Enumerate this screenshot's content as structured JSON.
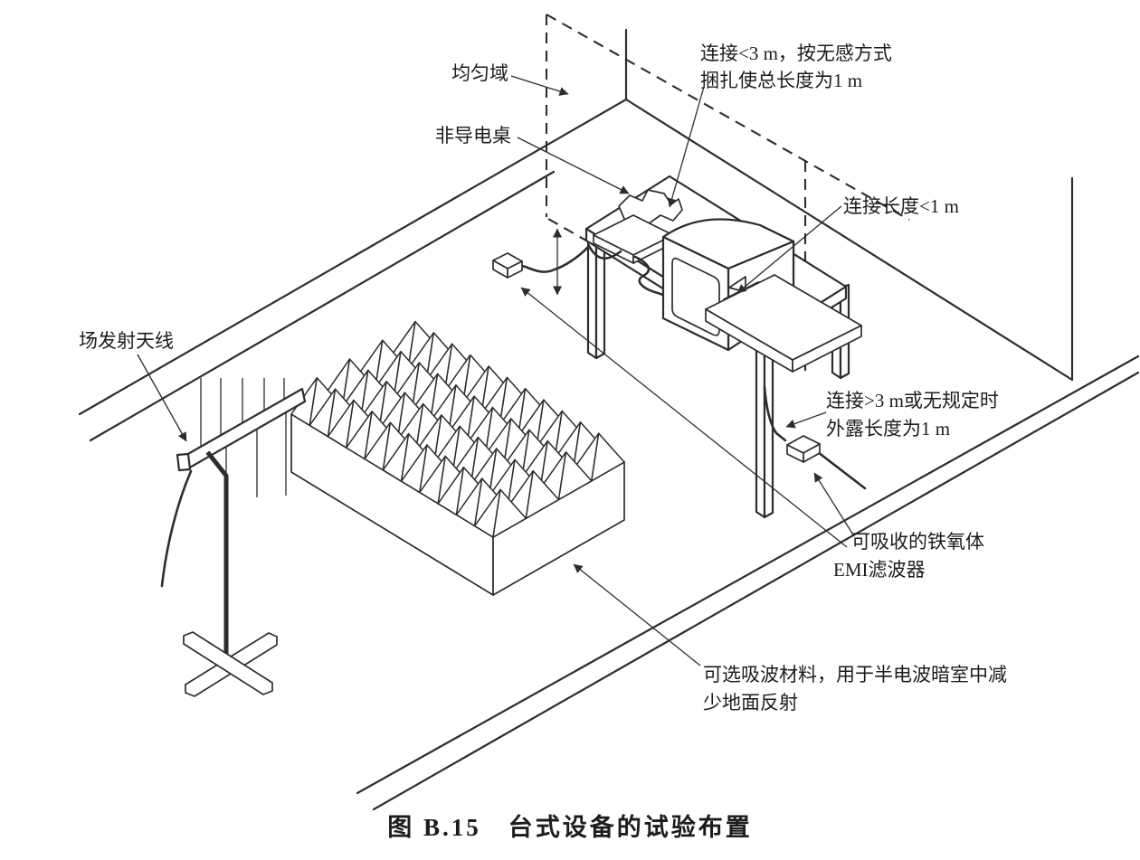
{
  "figure": {
    "caption": "图 B.15　台式设备的试验布置",
    "labels": {
      "uniform_area": "均匀域",
      "non_conductive_table": "非导电桌",
      "connection_lt_3m_line1": "连接<3 m，按无感方式",
      "connection_lt_3m_line2": "捆扎使总长度为1 m",
      "connection_length_lt_1m": "连接长度<1 m",
      "connection_gt_3m_line1": "连接>3 m或无规定时",
      "connection_gt_3m_line2": "外露长度为1 m",
      "absorbing_ferrite_line1": "可吸收的铁氧体",
      "absorbing_ferrite_line2": "EMI滤波器",
      "field_antenna": "场发射天线",
      "absorber_material_line1": "可选吸波材料，用于半电波暗室中减",
      "absorber_material_line2": "少地面反射"
    },
    "colors": {
      "line": "#2d2d2d",
      "background": "#ffffff"
    }
  }
}
